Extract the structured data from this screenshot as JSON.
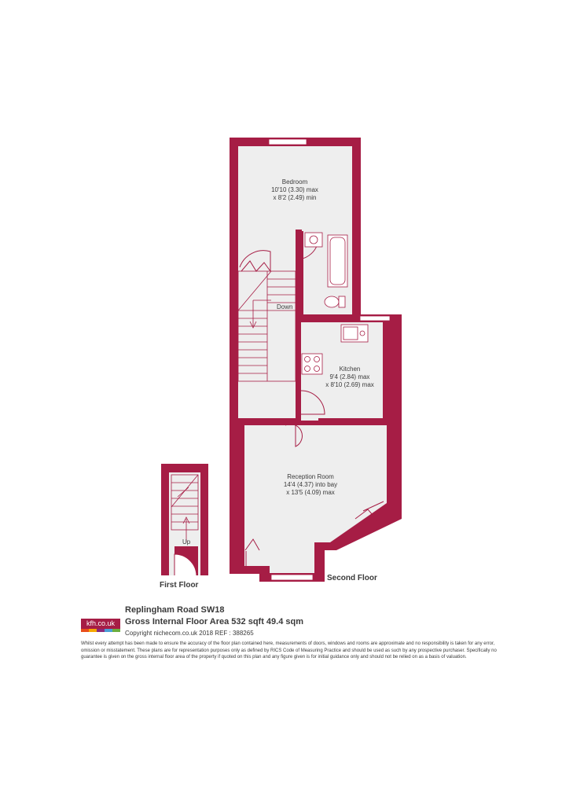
{
  "colors": {
    "wall": "#a61d45",
    "floor": "#eeeeee",
    "fixture": "#ffffff",
    "text": "#3a3a3a"
  },
  "rooms": {
    "bedroom": {
      "name": "Bedroom",
      "dim1": "10'10 (3.30) max",
      "dim2": "x 8'2 (2.49) min"
    },
    "kitchen": {
      "name": "Kitchen",
      "dim1": "9'4 (2.84) max",
      "dim2": "x 8'10 (2.69) max"
    },
    "reception": {
      "name": "Reception Room",
      "dim1": "14'4 (4.37) into bay",
      "dim2": "x 13'5 (4.09) max"
    }
  },
  "stairs": {
    "down": "Down",
    "up": "Up"
  },
  "floors": {
    "first": "First Floor",
    "second": "Second Floor"
  },
  "footer": {
    "logo": "kfh.co.uk",
    "address": "Replingham Road  SW18",
    "area": "Gross Internal Floor Area 532 sqft 49.4 sqm",
    "copyright": "Copyright nichecom.co.uk 2018 REF : 388265",
    "disclaimer": "Whilst every attempt has been made to ensure the accuracy of the floor plan contained here, measurements of doors, windows and rooms are approximate and no responsibility is taken for any error, omission or misstatement.  These plans are for representation purposes only as defined by RICS Code of Measuring Practice and should be used as such by any prospective purchaser.  Specifically no guarantee is given on the gross internal floor area of the property if quoted on this plan and any figure given is for initial guidance only and should not be relied on as a basis of valuation."
  }
}
